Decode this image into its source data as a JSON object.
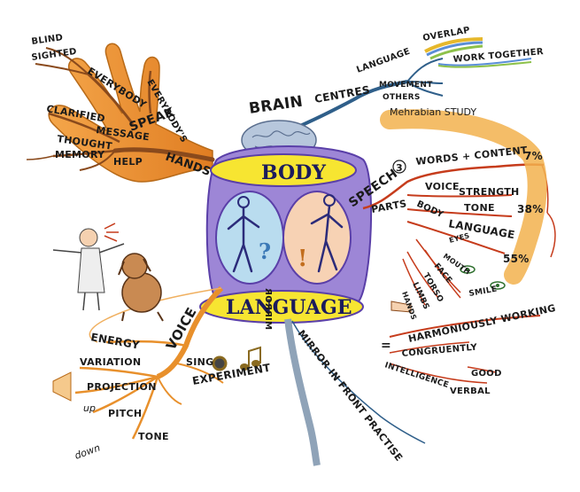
{
  "center": {
    "title_top": "BODY",
    "title_bottom": "LANGUAGE",
    "question_mark": "?",
    "exclamation_mark": "!"
  },
  "hands_branch": {
    "main": "HANDS",
    "speak": "SPEAK",
    "everybody": "EVERYBODY",
    "everybodys": "EVERYBODY'S",
    "blind": "BLIND",
    "sighted": "SIGHTED",
    "clarified": "CLARIFIED",
    "message": "MESSAGE",
    "thought": "THOUGHT",
    "memory": "MEMORY",
    "help": "HELP"
  },
  "brain_branch": {
    "main": "BRAIN",
    "centres": "CENTRES",
    "language": "LANGUAGE",
    "movement": "MOVEMENT",
    "others": "OTHERS",
    "overlap": "OVERLAP",
    "work_together": "WORK TOGETHER"
  },
  "speech_branch": {
    "main": "SPEECH",
    "count": "3",
    "parts": "PARTS",
    "study": "Mehrabian STUDY",
    "words_content": "WORDS + CONTENT",
    "pct_words": "7%",
    "voice": "VOICE",
    "strength": "STRENGTH",
    "tone": "TONE",
    "pct_voice": "38%",
    "body": "BODY",
    "language": "LANGUAGE",
    "pct_body": "55%",
    "eyes": "EYES",
    "mouth": "MOUTH",
    "face": "FACE",
    "torso": "TORSO",
    "limbs": "LIMBS",
    "hands": "HANDS",
    "smile": "SMILE",
    "equals": "=",
    "harmoniously": "HARMONIOUSLY WORKING",
    "congruently": "CONGRUENTLY",
    "intelligence": "INTELLIGENCE",
    "good": "GOOD",
    "verbal": "VERBAL"
  },
  "voice_branch": {
    "main": "VOICE",
    "energy": "ENERGY",
    "variation": "VARIATION",
    "projection": "PROJECTION",
    "pitch": "PITCH",
    "up": "up",
    "down": "down",
    "tone": "TONE",
    "sing": "SING",
    "experiment": "EXPERIMENT"
  },
  "mirror_branch": {
    "main": "MIRROR IN FRONT PRACTISE",
    "mirror_reversed": "MIRROR"
  },
  "colors": {
    "orange": "#e8902c",
    "brown": "#8a4a1c",
    "blue_branch": "#2f5f8a",
    "yellow": "#f7e531",
    "lavender": "#9d86d6",
    "red_line": "#c63c1c",
    "bubble_blue": "#b9dcef",
    "bubble_peach": "#f7d2b4",
    "brain": "#b7c7dc"
  },
  "icons": [
    "hand-icon",
    "brain-icon",
    "figure-question-icon",
    "figure-exclamation-icon",
    "man-speaking-icon",
    "dog-icon",
    "music-notes-icon",
    "speaker-cone-icon",
    "eye-icon",
    "pointing-hand-icon"
  ]
}
